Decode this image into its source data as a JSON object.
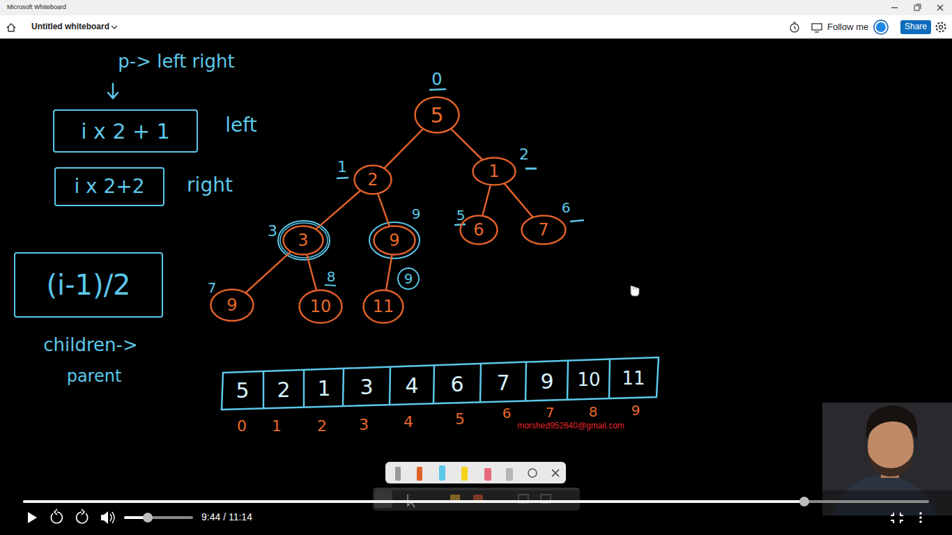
{
  "diagram": {
    "nodes": [
      {
        "text": [
          "Share"
        ]
      },
      {
        "text": [
          "5"
        ]
      },
      {
        "text": [
          "i x 2 + 1"
        ]
      },
      {
        "text": [
          "2"
        ]
      },
      {
        "text": [
          "1"
        ]
      },
      {
        "text": [
          "i x 2+2"
        ]
      },
      {
        "text": [
          "3"
        ]
      },
      {
        "text": [
          "9"
        ]
      },
      {
        "text": [
          "6"
        ]
      },
      {
        "text": [
          "7"
        ]
      },
      {
        "text": [
          "(i-1)/2"
        ]
      },
      {
        "text": [
          "9"
        ]
      },
      {
        "text": [
          "10"
        ]
      },
      {
        "text": [
          "11"
        ]
      }
    ],
    "edges": [
      {
        "from": 1,
        "to": 3,
        "arrow": "none"
      },
      {
        "from": 1,
        "to": 4,
        "arrow": "none"
      },
      {
        "from": 3,
        "to": 6,
        "arrow": "none"
      },
      {
        "from": 3,
        "to": 7,
        "arrow": "none"
      },
      {
        "from": 4,
        "to": 8,
        "arrow": "none"
      },
      {
        "from": 4,
        "to": 9,
        "arrow": "none"
      },
      {
        "from": 6,
        "to": 11,
        "arrow": "none"
      },
      {
        "from": 6,
        "to": 12,
        "arrow": "none"
      },
      {
        "from": 7,
        "to": 13,
        "arrow": "none"
      }
    ],
    "labels": [
      "Microsoft Whiteboard",
      "Untitled whiteboard",
      "Follow me",
      "p-> left right",
      "left",
      "right",
      "children->",
      "parent",
      "0",
      "1",
      "2",
      "3",
      "9",
      "5",
      "6",
      "7",
      "8",
      "9",
      "5",
      "2",
      "1",
      "3",
      "4",
      "6",
      "7",
      "9",
      "10",
      "11",
      "0",
      "1",
      "2",
      "3",
      "4",
      "5",
      "6",
      "7",
      "8",
      "9",
      "morshed952640@gmail.com",
      "9:44 / 11:14"
    ]
  }
}
